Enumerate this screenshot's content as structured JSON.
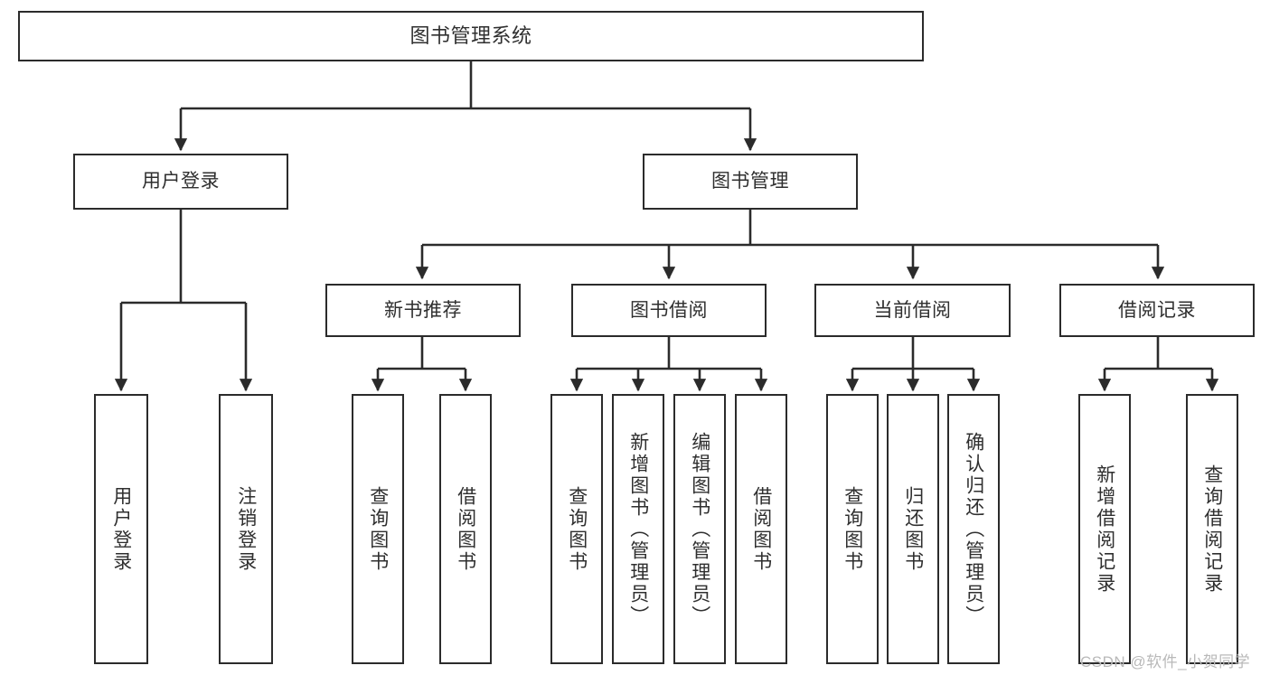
{
  "diagram": {
    "title": "图书管理系统",
    "type": "hierarchy-tree",
    "watermark": "CSDN @软件_小贺同学",
    "colors": {
      "stroke": "#2b2b2b",
      "text": "#2f2f2f",
      "background": "#ffffff",
      "watermark": "#b9b9b9"
    },
    "levels": {
      "level1": [
        {
          "id": "root",
          "label": "图书管理系统"
        }
      ],
      "level2": [
        {
          "id": "user-login",
          "label": "用户登录"
        },
        {
          "id": "book-manage",
          "label": "图书管理"
        }
      ],
      "level3": [
        {
          "id": "new-book-rec",
          "label": "新书推荐"
        },
        {
          "id": "book-borrow",
          "label": "图书借阅"
        },
        {
          "id": "current-borrow",
          "label": "当前借阅"
        },
        {
          "id": "borrow-record",
          "label": "借阅记录"
        }
      ],
      "level4": [
        {
          "id": "leaf-1",
          "label": "用户登录",
          "parent": "user-login"
        },
        {
          "id": "leaf-2",
          "label": "注销登录",
          "parent": "user-login"
        },
        {
          "id": "leaf-3",
          "label": "查询图书",
          "parent": "new-book-rec"
        },
        {
          "id": "leaf-4",
          "label": "借阅图书",
          "parent": "new-book-rec"
        },
        {
          "id": "leaf-5",
          "label": "查询图书",
          "parent": "book-borrow"
        },
        {
          "id": "leaf-6",
          "label": "新增图书（管理员）",
          "parent": "book-borrow"
        },
        {
          "id": "leaf-7",
          "label": "编辑图书（管理员）",
          "parent": "book-borrow"
        },
        {
          "id": "leaf-8",
          "label": "借阅图书",
          "parent": "book-borrow"
        },
        {
          "id": "leaf-9",
          "label": "查询图书",
          "parent": "current-borrow"
        },
        {
          "id": "leaf-10",
          "label": "归还图书",
          "parent": "current-borrow"
        },
        {
          "id": "leaf-11",
          "label": "确认归还（管理员）",
          "parent": "current-borrow"
        },
        {
          "id": "leaf-12",
          "label": "新增借阅记录",
          "parent": "borrow-record"
        },
        {
          "id": "leaf-13",
          "label": "查询借阅记录",
          "parent": "borrow-record"
        }
      ]
    }
  }
}
